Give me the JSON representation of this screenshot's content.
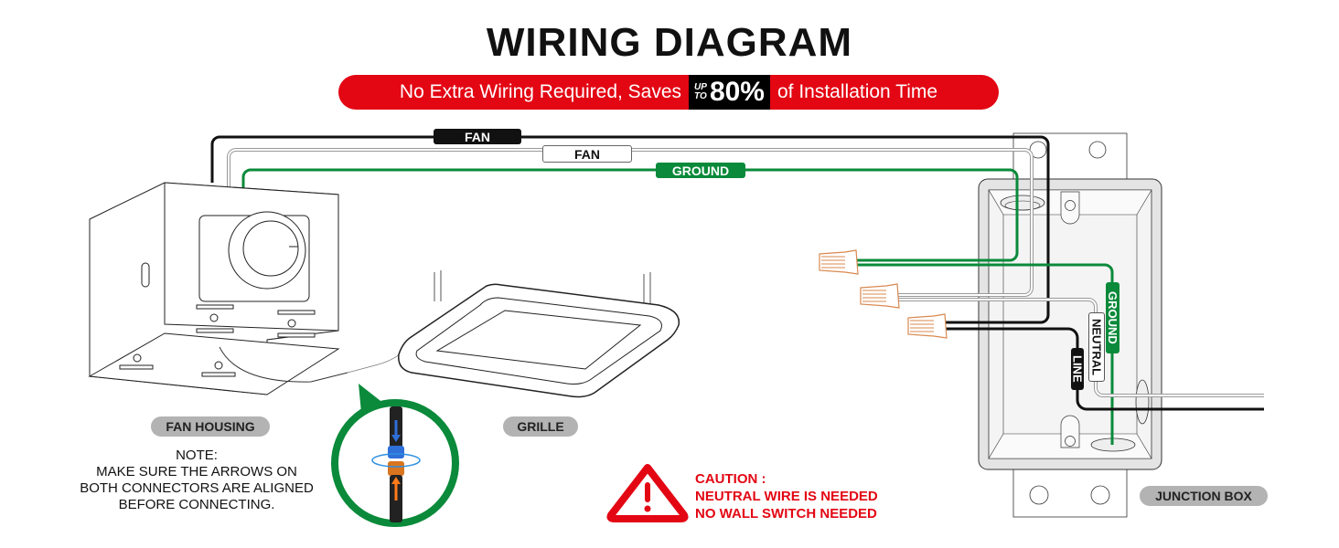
{
  "header": {
    "title": "WIRING DIAGRAM",
    "banner": {
      "prefix": "No Extra Wiring Required, Saves",
      "upto_top": "UP",
      "upto_bottom": "TO",
      "percent": "80%",
      "suffix": "of Installation Time"
    }
  },
  "wire_labels": {
    "fan_black": "FAN",
    "fan_white": "FAN",
    "ground_top": "GROUND",
    "ground_box": "GROUND",
    "neutral": "NEUTRAL",
    "line": "LINE"
  },
  "components": {
    "fan_housing": "FAN HOUSING",
    "grille": "GRILLE",
    "junction_box": "JUNCTION BOX"
  },
  "note": {
    "heading": "NOTE:",
    "line1": "MAKE SURE THE ARROWS ON",
    "line2": "BOTH CONNECTORS ARE ALIGNED",
    "line3": "BEFORE CONNECTING."
  },
  "caution": {
    "heading": "CAUTION :",
    "line1": "NEUTRAL WIRE IS NEEDED",
    "line2": "NO WALL SWITCH NEEDED",
    "icon": "warning-triangle-icon"
  },
  "colors": {
    "accent_red": "#e30613",
    "ground_green": "#0a8a3a",
    "black_wire": "#111111",
    "white_wire": "#bdbdbd",
    "wire_nut": "#d9894f",
    "pill_gray": "#b3b3b3"
  }
}
